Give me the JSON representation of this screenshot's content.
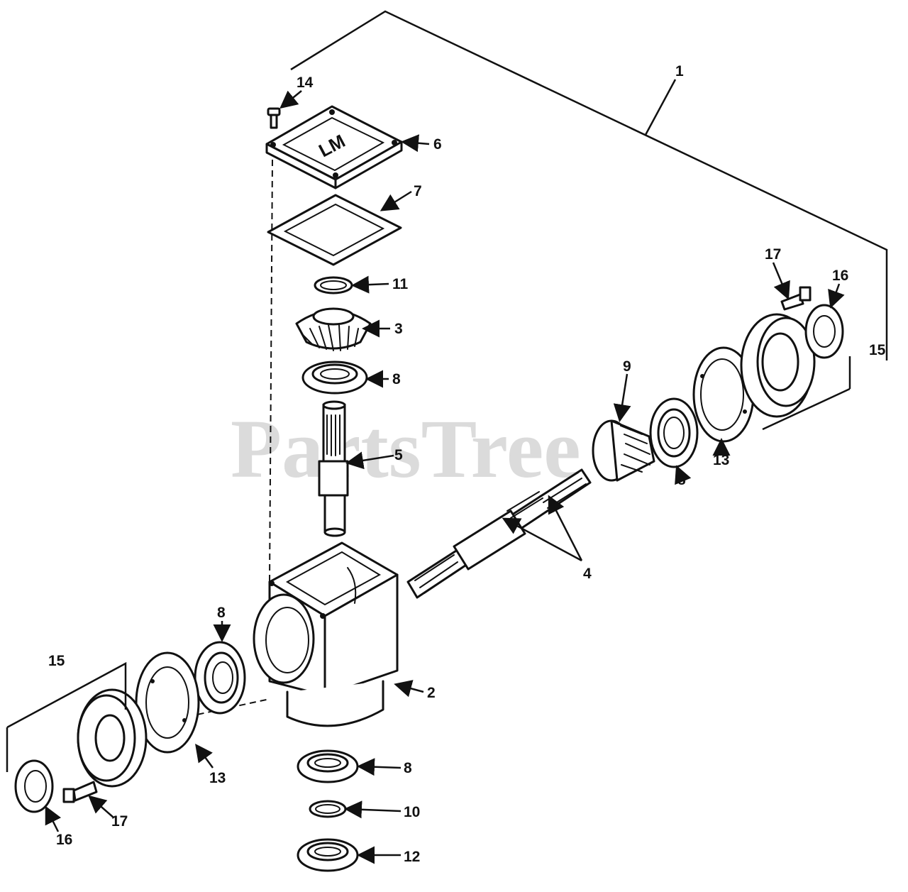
{
  "watermark": "PartsTree",
  "callouts": [
    {
      "id": "c1",
      "label": "1"
    },
    {
      "id": "c14",
      "label": "14"
    },
    {
      "id": "c6",
      "label": "6"
    },
    {
      "id": "c7",
      "label": "7"
    },
    {
      "id": "c11",
      "label": "11"
    },
    {
      "id": "c3",
      "label": "3"
    },
    {
      "id": "c8a",
      "label": "8"
    },
    {
      "id": "c5",
      "label": "5"
    },
    {
      "id": "c9",
      "label": "9"
    },
    {
      "id": "c17a",
      "label": "17"
    },
    {
      "id": "c16a",
      "label": "16"
    },
    {
      "id": "c15a",
      "label": "15"
    },
    {
      "id": "c13a",
      "label": "13"
    },
    {
      "id": "c8b",
      "label": "8"
    },
    {
      "id": "c4",
      "label": "4"
    },
    {
      "id": "c8c",
      "label": "8"
    },
    {
      "id": "c2",
      "label": "2"
    },
    {
      "id": "c15b",
      "label": "15"
    },
    {
      "id": "c13b",
      "label": "13"
    },
    {
      "id": "c8d",
      "label": "8"
    },
    {
      "id": "c10",
      "label": "10"
    },
    {
      "id": "c17b",
      "label": "17"
    },
    {
      "id": "c16b",
      "label": "16"
    },
    {
      "id": "c12",
      "label": "12"
    }
  ]
}
